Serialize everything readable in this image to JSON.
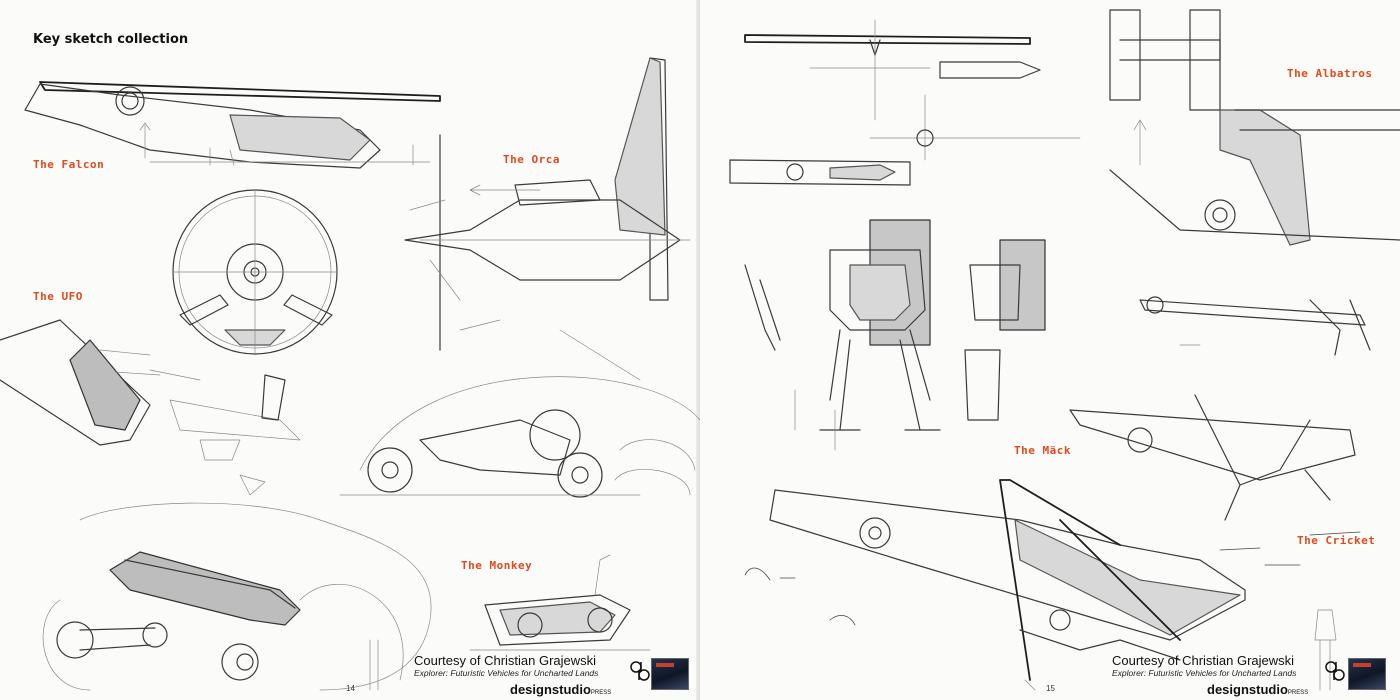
{
  "left_page": {
    "title": "Key sketch collection",
    "labels": {
      "falcon": "The Falcon",
      "orca": "The Orca",
      "ufo": "The UFO",
      "monkey": "The Monkey"
    },
    "credit": "Courtesy of Christian Grajewski",
    "subtitle": "Explorer: Futuristic Vehicles for Uncharted Lands",
    "page_number": "14",
    "brand": "designstudio",
    "brand_suffix": "PRESS"
  },
  "right_page": {
    "labels": {
      "albatros": "The Albatros",
      "mack": "The Mäck",
      "cricket": "The Cricket"
    },
    "credit": "Courtesy of Christian Grajewski",
    "subtitle": "Explorer: Futuristic Vehicles for Uncharted Lands",
    "page_number": "15",
    "brand": "designstudio",
    "brand_suffix": "PRESS"
  },
  "colors": {
    "label_accent": "#e24a1e",
    "ink": "#3a3a3a",
    "paper": "#fbfbf9"
  }
}
